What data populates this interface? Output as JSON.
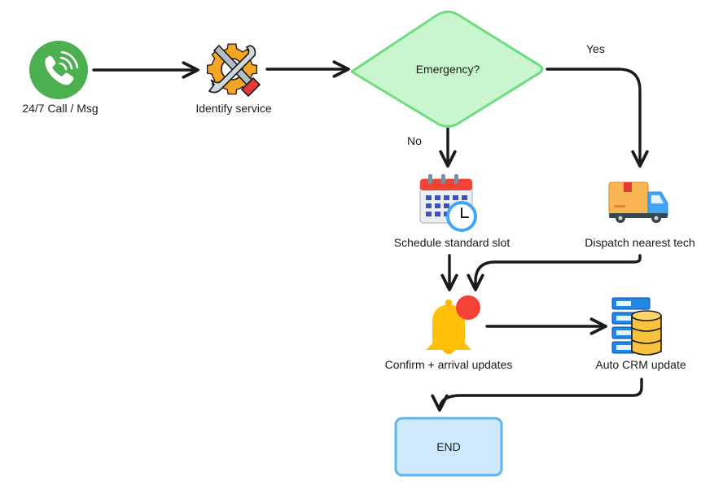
{
  "nodes": {
    "call": {
      "label": "24/7 Call / Msg",
      "icon": "phone-icon"
    },
    "identify": {
      "label": "Identify service",
      "icon": "tools-gear-icon"
    },
    "decision": {
      "label": "Emergency?"
    },
    "schedule": {
      "label": "Schedule standard slot",
      "icon": "calendar-clock-icon"
    },
    "dispatch": {
      "label": "Dispatch nearest tech",
      "icon": "delivery-truck-icon"
    },
    "confirm": {
      "label": "Confirm + arrival updates",
      "icon": "notification-bell-icon"
    },
    "crm": {
      "label": "Auto CRM update",
      "icon": "server-database-icon"
    },
    "end": {
      "label": "END"
    }
  },
  "edges": {
    "yes_label": "Yes",
    "no_label": "No"
  },
  "colors": {
    "decision_fill": "#c9f5cf",
    "decision_stroke": "#6fdd7f",
    "end_fill": "#cde9fb",
    "end_stroke": "#5cb4ee",
    "arrow": "#1a1a1a",
    "phone_green": "#4caf50",
    "bell_yellow": "#ffc107",
    "bell_dot_red": "#f44336"
  }
}
